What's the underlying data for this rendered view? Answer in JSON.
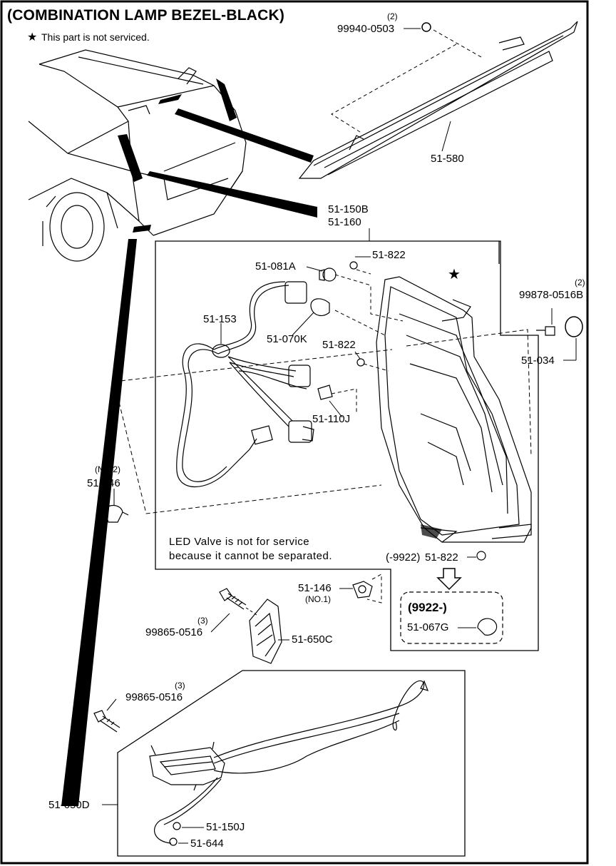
{
  "header": {
    "title": "(COMBINATION LAMP BEZEL-BLACK)",
    "note_symbol": "★",
    "note": "This part is not serviced."
  },
  "callouts": {
    "p99940": "99940-0503",
    "p99940_qty": "(2)",
    "p51580": "51-580",
    "p51150B": "51-150B",
    "p51160": "51-160",
    "p51822_a": "51-822",
    "p51081A": "51-081A",
    "p51153": "51-153",
    "p51070K": "51-070K",
    "p51822_b": "51-822",
    "p51110J": "51-110J",
    "star_mark": "★",
    "p99878": "99878-0516B",
    "p99878_qty": "(2)",
    "p51034": "51-034",
    "p51146_no2_qty": "(NO.2)",
    "p51146_no2": "51-146",
    "p51822_c_prefix": "(-9922)",
    "p51822_c": "51-822",
    "p51146_no1": "51-146",
    "p51146_no1_qty": "(NO.1)",
    "p9922_range": "(9922-)",
    "p51067G": "51-067G",
    "p99865_a_qty": "(3)",
    "p99865_a": "99865-0516",
    "p51650C": "51-650C",
    "p99865_b_qty": "(3)",
    "p99865_b": "99865-0516",
    "p51650D": "51-650D",
    "p51150J": "51-150J",
    "p51644": "51-644"
  },
  "led_note": {
    "line1": "LED Valve is not for service",
    "line2": "because it cannot be separated."
  }
}
